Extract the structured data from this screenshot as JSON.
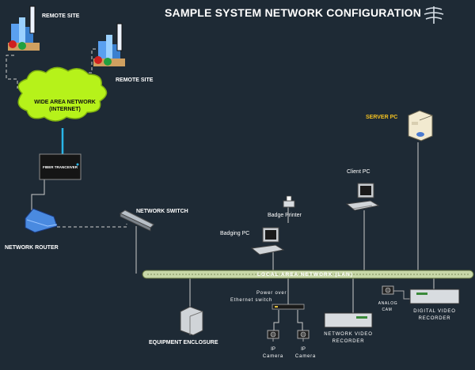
{
  "title": "SAMPLE SYSTEM NETWORK CONFIGURATION",
  "labels": {
    "remote_site_1": "REMOTE SITE",
    "remote_site_2": "REMOTE SITE",
    "wan_line1": "WIDE AREA NETWORK",
    "wan_line2": "(INTERNET)",
    "fiber": "FIBER TRANCEIVER",
    "router": "NETWORK ROUTER",
    "switch": "NETWORK SWITCH",
    "lan": "LOCAL AREA NETWORK (LAN)",
    "server": "SERVER PC",
    "client": "Client PC",
    "badge_printer": "Badge Printer",
    "badging_pc": "Badging PC",
    "equipment": "EQUIPMENT ENCLOSURE",
    "poe_line1": "Power over",
    "poe_line2": "Ethernet switch",
    "ipcam1_line1": "IP",
    "ipcam1_line2": "Camera",
    "ipcam2_line1": "IP",
    "ipcam2_line2": "Camera",
    "nvr_line1": "NETWORK VIDEO",
    "nvr_line2": "RECORDER",
    "analog_line1": "ANALOG",
    "analog_line2": "CAM",
    "dvr_line1": "DIGITAL VIDEO",
    "dvr_line2": "RECORDER"
  },
  "colors": {
    "background": "#1e2a35",
    "cloud": "#b6f21a",
    "lan_bar": "#c8d8a8",
    "fiber_link": "#29b6e8"
  }
}
